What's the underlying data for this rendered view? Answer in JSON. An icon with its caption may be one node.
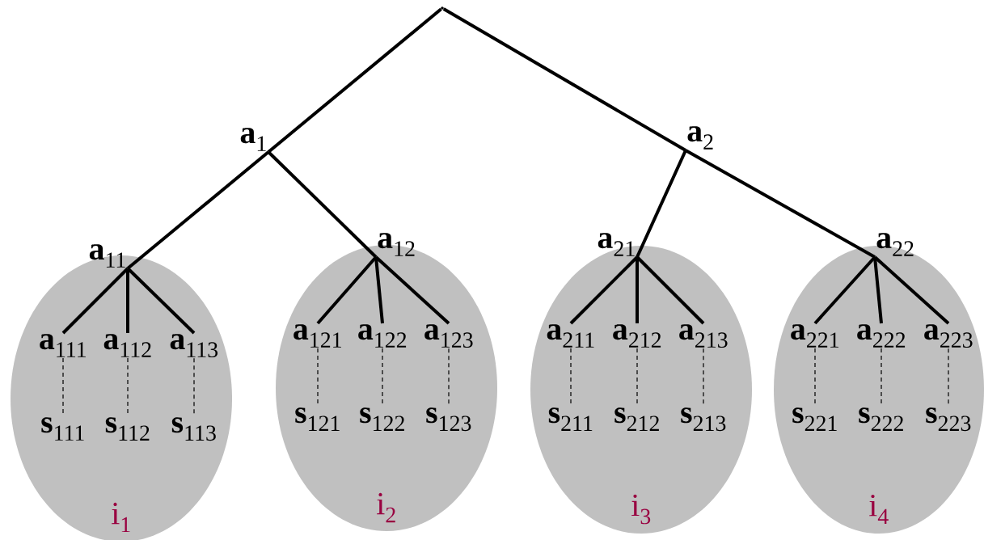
{
  "diagram": {
    "nodes": [
      {
        "text": [],
        "shape": "point"
      },
      {
        "text": [
          "**a**$_{1}$"
        ]
      },
      {
        "text": [
          "**a**$_{2}$"
        ]
      },
      {
        "text": [
          "**a**$_{11}$"
        ]
      },
      {
        "text": [
          "**a**$_{12}$"
        ]
      },
      {
        "text": [
          "**a**$_{21}$"
        ]
      },
      {
        "text": [
          "**a**$_{22}$"
        ]
      },
      {
        "text": [
          "i$_{1}$"
        ]
      },
      {
        "text": [
          "**a**$_{111}$"
        ],
        "in": 7
      },
      {
        "text": [
          "**a**$_{112}$"
        ],
        "in": 7
      },
      {
        "text": [
          "**a**$_{113}$"
        ],
        "in": 7
      },
      {
        "text": [
          "**s**$_{111}$"
        ],
        "in": 7
      },
      {
        "text": [
          "**s**$_{112}$"
        ],
        "in": 7
      },
      {
        "text": [
          "**s**$_{113}$"
        ],
        "in": 7
      },
      {
        "text": [
          "i$_{2}$"
        ]
      },
      {
        "text": [
          "**a**$_{121}$"
        ],
        "in": 14
      },
      {
        "text": [
          "**a**$_{122}$"
        ],
        "in": 14
      },
      {
        "text": [
          "**a**$_{123}$"
        ],
        "in": 14
      },
      {
        "text": [
          "**s**$_{121}$"
        ],
        "in": 14
      },
      {
        "text": [
          "**s**$_{122}$"
        ],
        "in": 14
      },
      {
        "text": [
          "**s**$_{123}$"
        ],
        "in": 14
      },
      {
        "text": [
          "i$_{3}$"
        ]
      },
      {
        "text": [
          "**a**$_{211}$"
        ],
        "in": 21
      },
      {
        "text": [
          "**a**$_{212}$"
        ],
        "in": 21
      },
      {
        "text": [
          "**a**$_{213}$"
        ],
        "in": 21
      },
      {
        "text": [
          "**s**$_{211}$"
        ],
        "in": 21
      },
      {
        "text": [
          "**s**$_{212}$"
        ],
        "in": 21
      },
      {
        "text": [
          "**s**$_{213}$"
        ],
        "in": 21
      },
      {
        "text": [
          "i$_{4}$"
        ]
      },
      {
        "text": [
          "**a**$_{221}$"
        ],
        "in": 28
      },
      {
        "text": [
          "**a**$_{222}$"
        ],
        "in": 28
      },
      {
        "text": [
          "**a**$_{223}$"
        ],
        "in": 28
      },
      {
        "text": [
          "**s**$_{221}$"
        ],
        "in": 28
      },
      {
        "text": [
          "**s**$_{222}$"
        ],
        "in": 28
      },
      {
        "text": [
          "**s**$_{223}$"
        ],
        "in": 28
      }
    ],
    "edges": [
      {
        "from": 0,
        "to": 1,
        "arrow": "none"
      },
      {
        "from": 0,
        "to": 2,
        "arrow": "none"
      },
      {
        "from": 1,
        "to": 3,
        "arrow": "none"
      },
      {
        "from": 1,
        "to": 4,
        "arrow": "none"
      },
      {
        "from": 2,
        "to": 5,
        "arrow": "none"
      },
      {
        "from": 2,
        "to": 6,
        "arrow": "none"
      },
      {
        "from": 3,
        "to": 8,
        "arrow": "none"
      },
      {
        "from": 3,
        "to": 9,
        "arrow": "none"
      },
      {
        "from": 3,
        "to": 10,
        "arrow": "none"
      },
      {
        "from": 4,
        "to": 15,
        "arrow": "none"
      },
      {
        "from": 4,
        "to": 16,
        "arrow": "none"
      },
      {
        "from": 4,
        "to": 17,
        "arrow": "none"
      },
      {
        "from": 5,
        "to": 22,
        "arrow": "none"
      },
      {
        "from": 5,
        "to": 23,
        "arrow": "none"
      },
      {
        "from": 5,
        "to": 24,
        "arrow": "none"
      },
      {
        "from": 6,
        "to": 29,
        "arrow": "none"
      },
      {
        "from": 6,
        "to": 30,
        "arrow": "none"
      },
      {
        "from": 6,
        "to": 31,
        "arrow": "none"
      },
      {
        "from": 8,
        "to": 11,
        "arrow": "none",
        "style": "dashed"
      },
      {
        "from": 9,
        "to": 12,
        "arrow": "none",
        "style": "dashed"
      },
      {
        "from": 10,
        "to": 13,
        "arrow": "none",
        "style": "dashed"
      },
      {
        "from": 15,
        "to": 18,
        "arrow": "none",
        "style": "dashed"
      },
      {
        "from": 16,
        "to": 19,
        "arrow": "none",
        "style": "dashed"
      },
      {
        "from": 17,
        "to": 20,
        "arrow": "none",
        "style": "dashed"
      },
      {
        "from": 22,
        "to": 25,
        "arrow": "none",
        "style": "dashed"
      },
      {
        "from": 23,
        "to": 26,
        "arrow": "none",
        "style": "dashed"
      },
      {
        "from": 24,
        "to": 27,
        "arrow": "none",
        "style": "dashed"
      },
      {
        "from": 29,
        "to": 32,
        "arrow": "none",
        "style": "dashed"
      },
      {
        "from": 30,
        "to": 33,
        "arrow": "none",
        "style": "dashed"
      },
      {
        "from": 31,
        "to": 34,
        "arrow": "none",
        "style": "dashed"
      }
    ]
  }
}
